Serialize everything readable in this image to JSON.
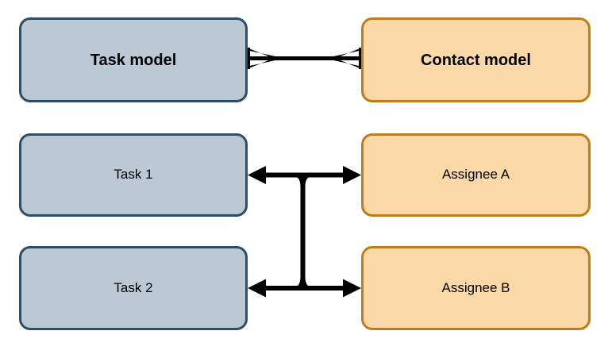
{
  "diagram": {
    "title": "Task model and Contact model relationship",
    "background_color": "#ffffff",
    "palette": {
      "blue_fill": "#bbc9d4",
      "blue_border": "#2e4d66",
      "orange_fill": "#fad8a8",
      "orange_border": "#c07c16",
      "edge_color": "#000000"
    },
    "nodes": {
      "task_model": {
        "label": "Task model",
        "fill": "#bbc9d4",
        "border": "#2e4d66"
      },
      "contact_model": {
        "label": "Contact model",
        "fill": "#fad8a8",
        "border": "#c07c16"
      },
      "task_1": {
        "label": "Task 1",
        "fill": "#bbc9d4",
        "border": "#2e4d66"
      },
      "assignee_a": {
        "label": "Assignee A",
        "fill": "#fad8a8",
        "border": "#c07c16"
      },
      "task_2": {
        "label": "Task 2",
        "fill": "#bbc9d4",
        "border": "#2e4d66"
      },
      "assignee_b": {
        "label": "Assignee B",
        "fill": "#fad8a8",
        "border": "#c07c16"
      }
    },
    "edges": {
      "model_relationship": {
        "from": "Task model",
        "to": "Contact model",
        "notation": "crows-foot",
        "cardinality": "many-to-many"
      },
      "instance_link_1": {
        "from": "Task 1",
        "to": "Assignee A",
        "notation": "double-headed-arrow"
      },
      "instance_link_2": {
        "from": "Task 2",
        "to": "Assignee B",
        "notation": "double-headed-arrow"
      },
      "instance_join": {
        "notation": "vertical-connector",
        "joins": [
          "instance_link_1",
          "instance_link_2"
        ]
      }
    }
  }
}
